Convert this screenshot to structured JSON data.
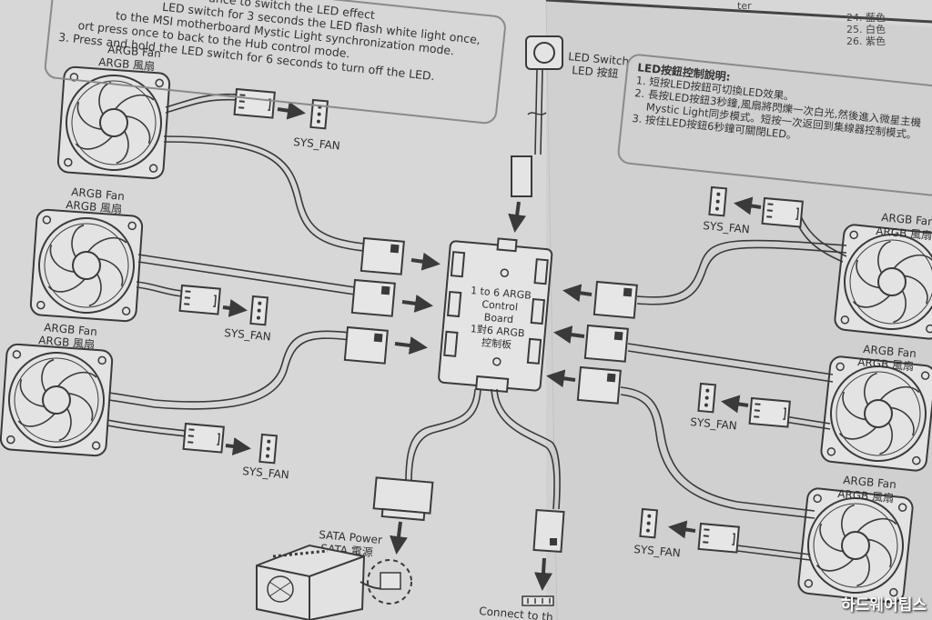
{
  "instructions_en": {
    "line1": "ance to switch the LED effect",
    "line2": "LED switch for 3 seconds the LED flash white light once,",
    "line3": "to the MSI motherboard Mystic Light synchronization mode.",
    "line4": "ort press once to back to the Hub control mode.",
    "line5": "3. Press and hold the LED switch for 6 seconds to turn off the LED."
  },
  "instructions_zh": {
    "title": "LED按鈕控制說明:",
    "line1": "1. 短按LED按鈕可切換LED效果。",
    "line2": "2. 長按LED按鈕3秒鐘,風扇將閃爍一次白光,然後進入微星主機",
    "line3": "Mystic Light同步模式。短按一次返回到集線器控制模式。",
    "line4": "3. 按住LED按鈕6秒鐘可關閉LED。"
  },
  "top_right": {
    "line0": "ter",
    "line1": "24. 藍色",
    "line2": "25. 白色",
    "line3": "26. 紫色"
  },
  "fan_label_en": "ARGB Fan",
  "fan_label_zh": "ARGB 風扇",
  "sys_fan": "SYS_FAN",
  "led_switch_en": "LED Switch",
  "led_switch_zh": "LED 按鈕",
  "board": {
    "line1": "1 to 6 ARGB",
    "line2": "Control",
    "line3": "Board",
    "line4": "1對6 ARGB",
    "line5": "控制板"
  },
  "sata_en": "SATA Power",
  "sata_zh": "SATA 電源",
  "connect_to": "Connect to th",
  "watermark": "하드웨어팁스",
  "colors": {
    "paper": "#d6d6d6",
    "ink": "#3a3a3a",
    "watermark": "#ffffff"
  }
}
